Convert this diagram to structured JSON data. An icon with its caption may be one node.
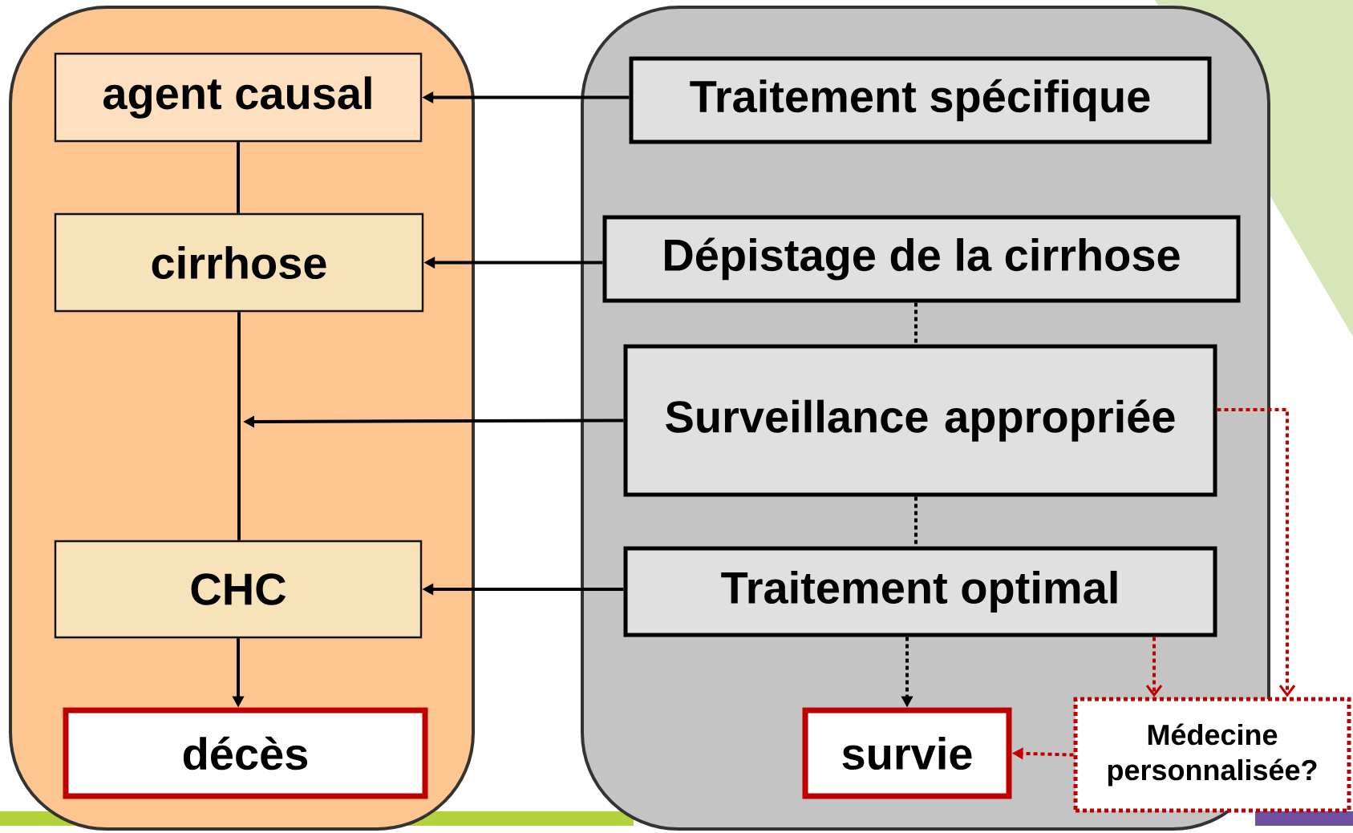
{
  "diagram": {
    "nodes": [
      {
        "text": [],
        "shape": "box"
      },
      {
        "text": [],
        "shape": "box"
      },
      {
        "text": [
          "agent causal"
        ],
        "in": 0
      },
      {
        "text": [
          "cirrhose"
        ],
        "in": 0
      },
      {
        "text": [
          "CHC"
        ],
        "in": 0
      },
      {
        "text": [
          "décès"
        ],
        "in": 0
      },
      {
        "text": [
          "Traitement spécifique"
        ],
        "in": 1
      },
      {
        "text": [
          "Dépistage de la cirrhose"
        ],
        "in": 1
      },
      {
        "text": [
          "Surveillance appropriée"
        ],
        "in": 1
      },
      {
        "text": [
          "Traitement optimal"
        ],
        "in": 1
      },
      {
        "text": [
          "survie"
        ],
        "in": 1
      },
      {
        "text": [
          "Médecine personnalisée?"
        ]
      }
    ],
    "edges": [
      {
        "from": 2,
        "to": 3,
        "arrow": "none"
      },
      {
        "from": 3,
        "to": 4,
        "arrow": "none"
      },
      {
        "from": 8,
        "to": null,
        "arrow": "to"
      },
      {
        "from": 4,
        "to": 5,
        "arrow": "to"
      },
      {
        "from": 6,
        "to": 2,
        "arrow": "to"
      },
      {
        "from": 7,
        "to": 3,
        "arrow": "to"
      },
      {
        "from": 9,
        "to": 4,
        "arrow": "to"
      },
      {
        "from": 7,
        "to": 8,
        "arrow": "none",
        "style": "dashed"
      },
      {
        "from": 8,
        "to": 9,
        "arrow": "none",
        "style": "dashed"
      },
      {
        "from": 9,
        "to": 10,
        "arrow": "to",
        "style": "dashed"
      },
      {
        "from": 9,
        "to": 11,
        "arrow": "to",
        "style": "dashed",
        "color": "#c00000"
      },
      {
        "from": 8,
        "to": 11,
        "arrow": "to",
        "style": "dashed",
        "color": "#c00000"
      },
      {
        "from": 11,
        "to": 10,
        "arrow": "to",
        "style": "dashed",
        "color": "#c00000"
      }
    ]
  }
}
